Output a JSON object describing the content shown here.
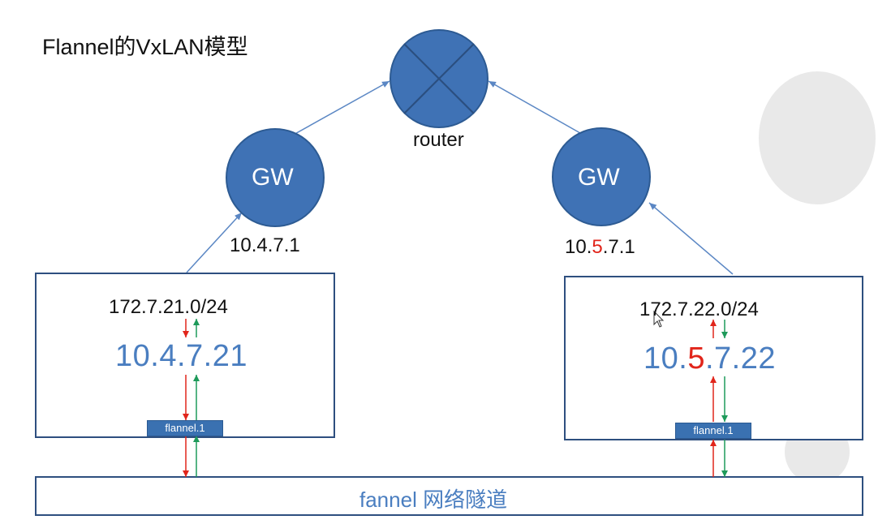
{
  "slide": {
    "title": "Flannel的VxLAN模型"
  },
  "router": {
    "label": "router"
  },
  "left": {
    "gw_label": "GW",
    "gw_ip": "10.4.7.1",
    "subnet": "172.7.21.0/24",
    "host_ip": "10.4.7.21",
    "interface": "flannel.1"
  },
  "right": {
    "gw_label": "GW",
    "gw_ip_pre": "10.",
    "gw_ip_hl": "5",
    "gw_ip_post": ".7.1",
    "subnet": "172.7.22.0/24",
    "host_ip_pre": "10.",
    "host_ip_hl": "5",
    "host_ip_post": ".7.22",
    "interface": "flannel.1"
  },
  "tunnel": {
    "label_latin": "fannel",
    "label_cjk": "网络隧道"
  },
  "colors": {
    "node_fill": "#3f72b5",
    "node_stroke": "#2d5b93",
    "box_stroke": "#2e4f7f",
    "link": "#5b87c4",
    "arrow_red": "#e1251b",
    "arrow_green": "#1e9a5a",
    "highlight": "#e1251b",
    "ip_blue": "#4a7ec0"
  },
  "icons": [
    "router-cross-icon",
    "cursor-icon"
  ]
}
